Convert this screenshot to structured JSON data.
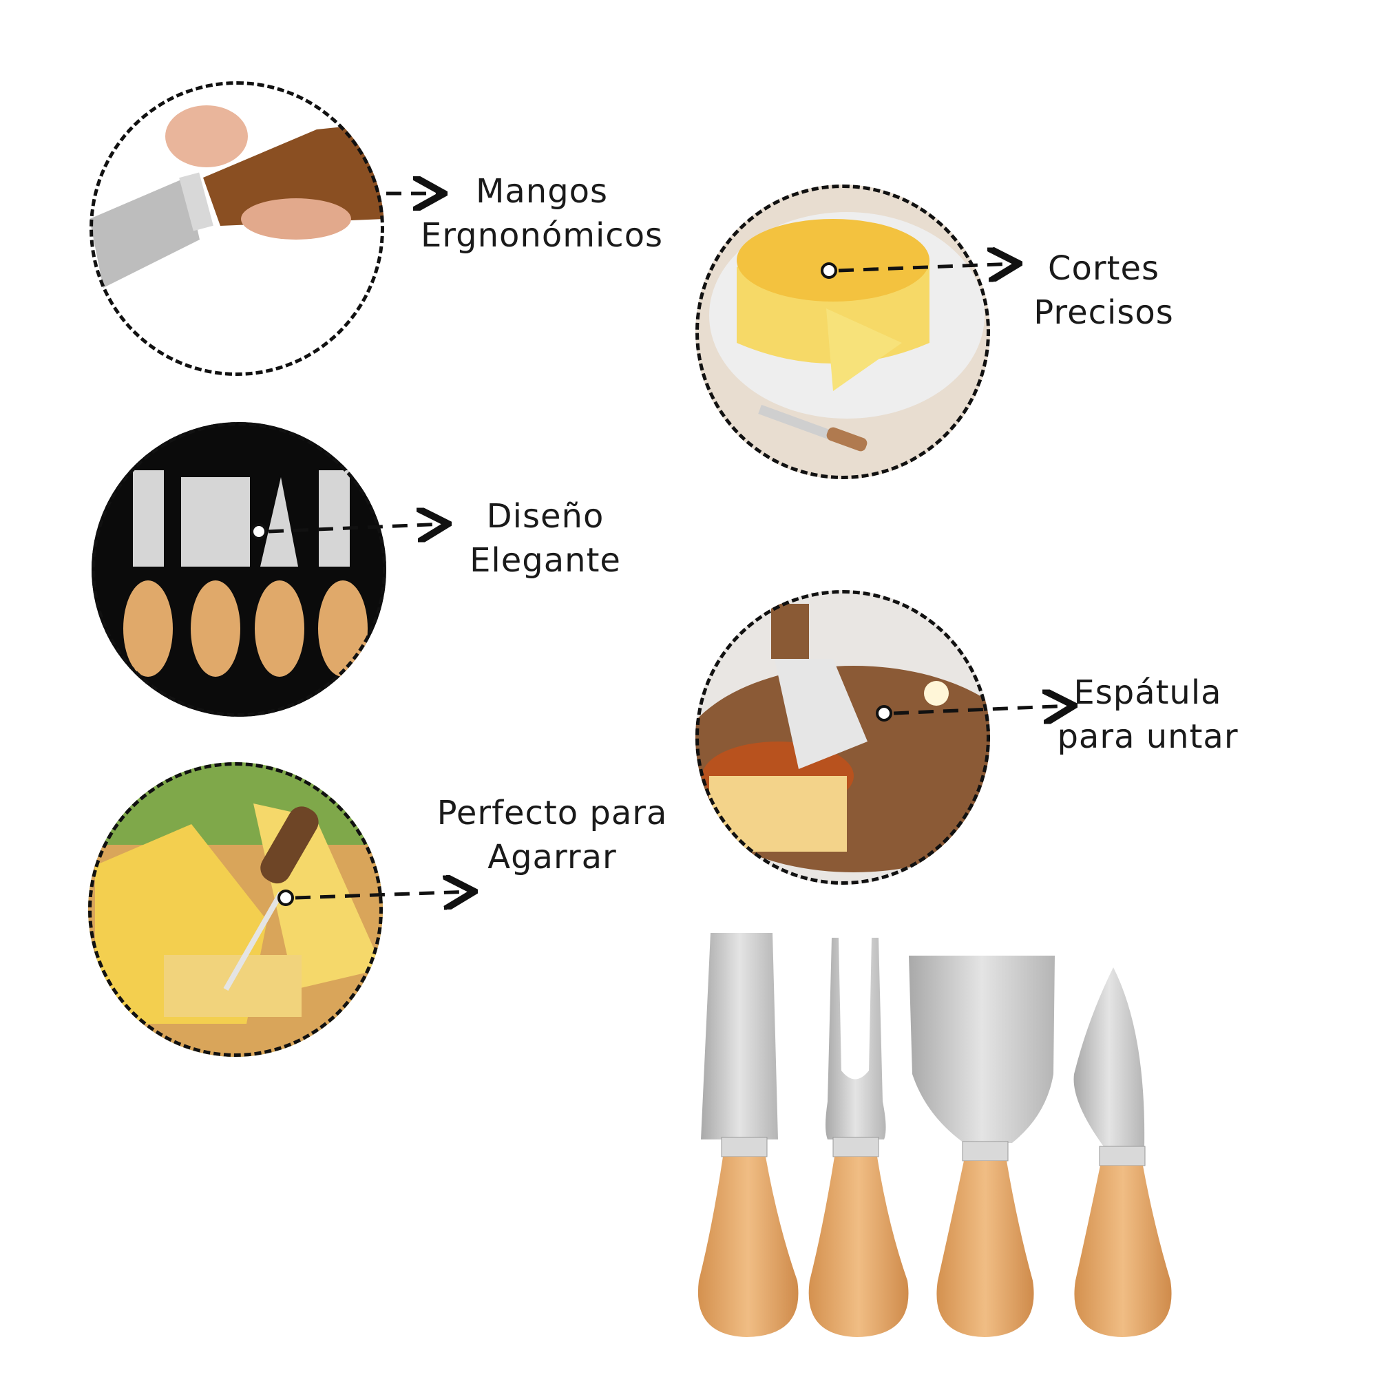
{
  "features": [
    {
      "id": "mangos",
      "line1": "Mangos",
      "line2": "Ergnonómicos"
    },
    {
      "id": "cortes",
      "line1": "Cortes",
      "line2": "Precisos"
    },
    {
      "id": "diseno",
      "line1": "Diseño",
      "line2": "Elegante"
    },
    {
      "id": "espatula",
      "line1": "Espátula",
      "line2": "para untar"
    },
    {
      "id": "perfecto",
      "line1": "Perfecto para",
      "line2": "Agarrar"
    }
  ],
  "colors": {
    "dash": "#111111",
    "wood": "#e0a96a",
    "steel": "#c9c9c9",
    "cheese": "#f5d35a"
  }
}
